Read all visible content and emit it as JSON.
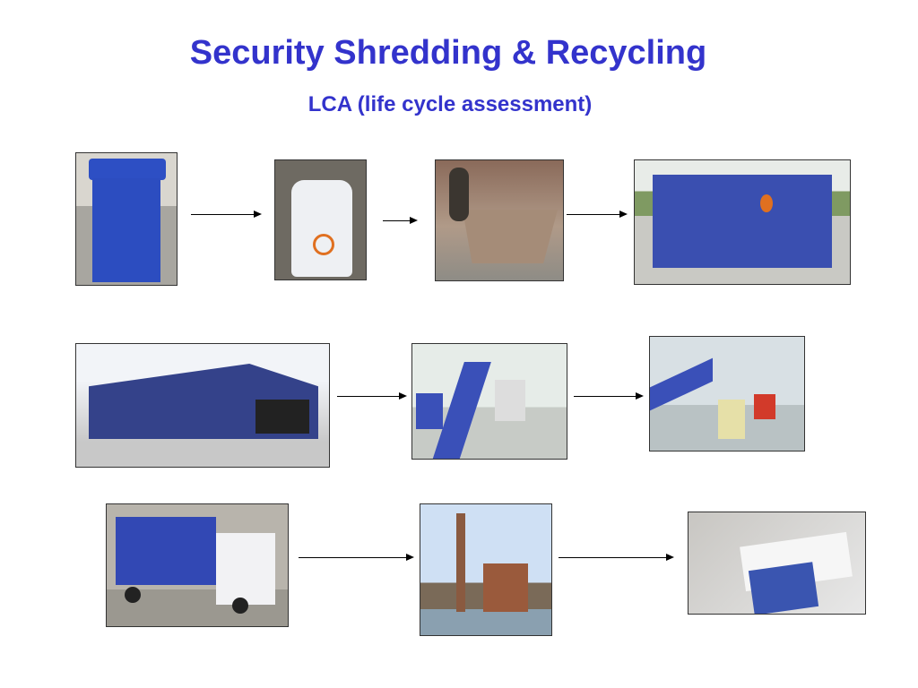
{
  "slide": {
    "title": "Security Shredding & Recycling",
    "subtitle": "LCA (life cycle assessment)"
  },
  "colors": {
    "title": "#3333cc",
    "brand_blue": "#3a4fb0"
  },
  "photos": [
    "recycling-bin",
    "sealed-sack",
    "collection-trolley",
    "skip-container",
    "recycling-facility",
    "conveyor-baler",
    "baling-hall",
    "delivery-truck",
    "paper-mill",
    "recycled-paper-product"
  ]
}
